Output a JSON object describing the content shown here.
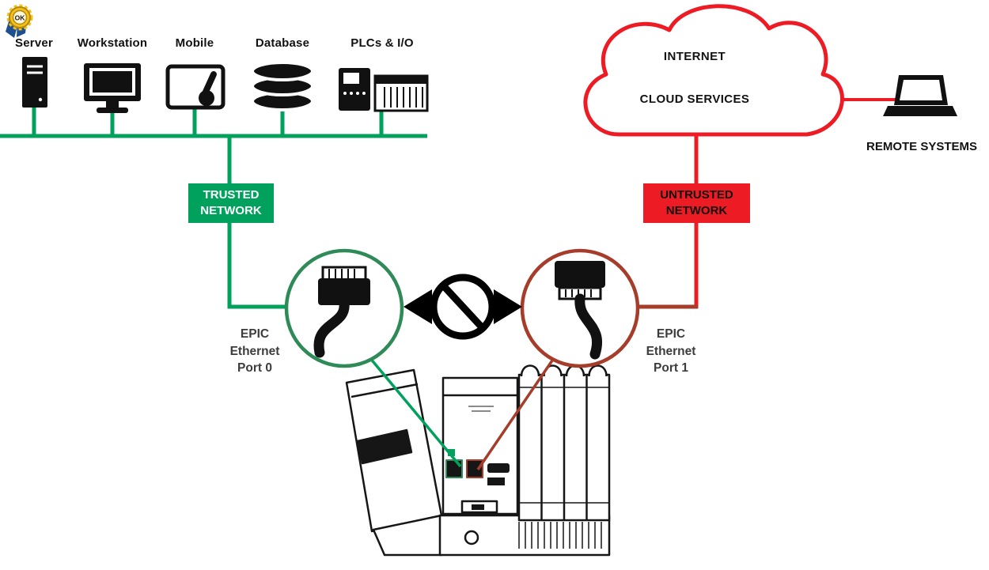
{
  "colors": {
    "trusted": "#00a15c",
    "untrusted": "#ed1c24",
    "port0-ring": "#2e8b57",
    "port1-ring": "#a63d2a",
    "ink": "#121212",
    "port-label": "#3c3c3c"
  },
  "trusted_side": {
    "devices": [
      "Server",
      "Workstation",
      "Mobile",
      "Database",
      "PLCs & I/O"
    ],
    "network_badge": "TRUSTED\nNETWORK",
    "seal_text": "OK",
    "port_label": "EPIC\nEthernet\nPort 0"
  },
  "untrusted_side": {
    "cloud": {
      "line1": "INTERNET",
      "line2": "CLOUD SERVICES"
    },
    "remote_label": "REMOTE SYSTEMS",
    "network_badge": "UNTRUSTED\nNETWORK",
    "port_label": "EPIC\nEthernet\nPort 1"
  }
}
